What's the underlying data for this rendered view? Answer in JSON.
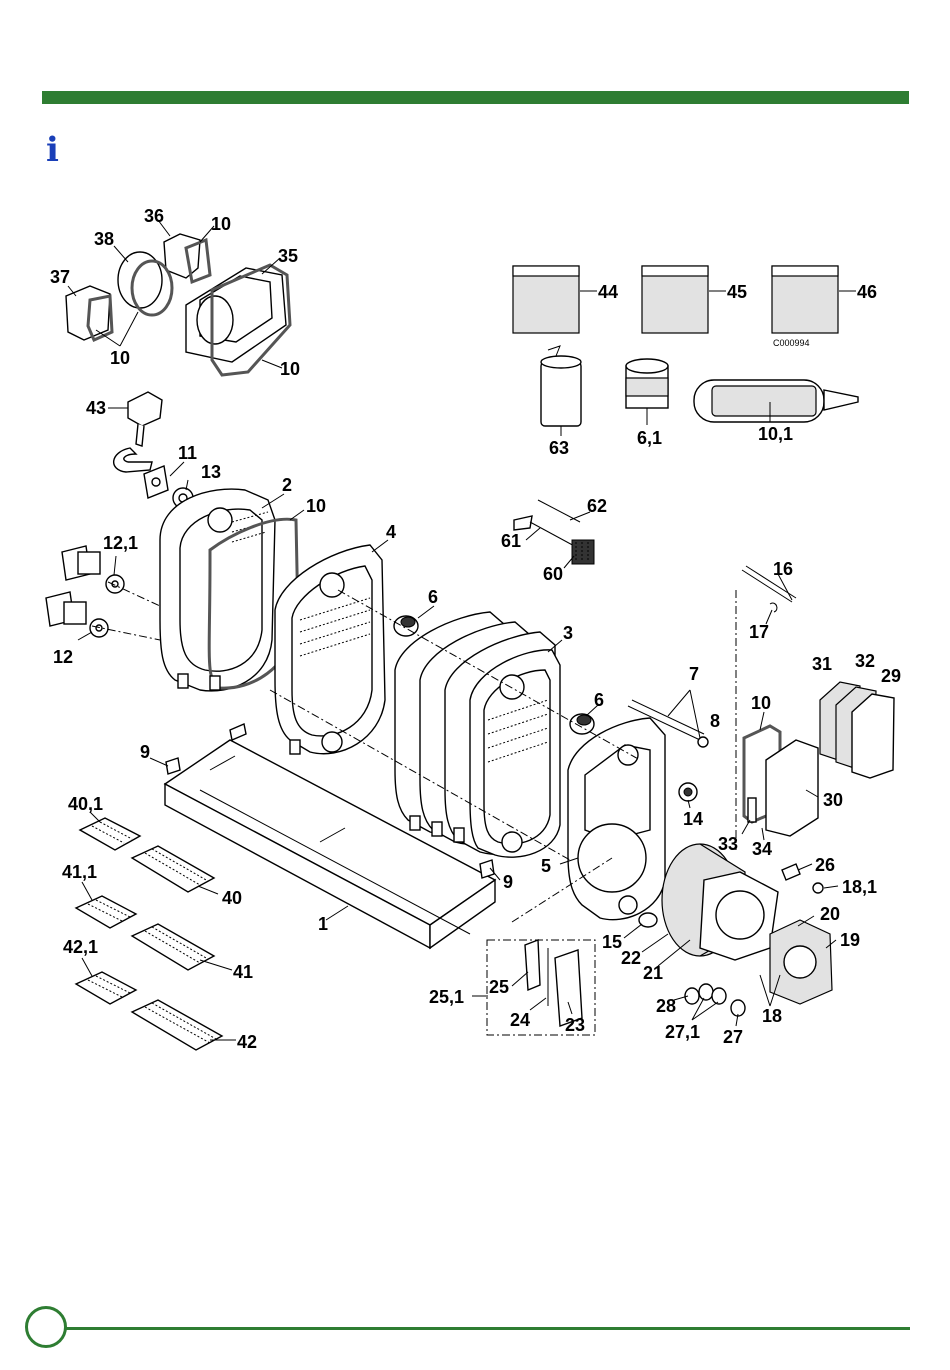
{
  "header": {
    "info_icon": "i"
  },
  "diagram": {
    "image_code": "C000994",
    "labels": {
      "l36": "36",
      "l10a": "10",
      "l38": "38",
      "l35": "35",
      "l37": "37",
      "l10b": "10",
      "l10c": "10",
      "l44": "44",
      "l45": "45",
      "l46": "46",
      "l63": "63",
      "l61c": "6,1",
      "l101": "10,1",
      "l43": "43",
      "l11": "11",
      "l13": "13",
      "l2": "2",
      "l10d": "10",
      "l121": "12,1",
      "l12": "12",
      "l4": "4",
      "l6a": "6",
      "l3": "3",
      "l62": "62",
      "l61": "61",
      "l60": "60",
      "l16": "16",
      "l17": "17",
      "l31": "31",
      "l32": "32",
      "l29": "29",
      "l7": "7",
      "l8": "8",
      "l6b": "6",
      "l10e": "10",
      "l14": "14",
      "l30": "30",
      "l33": "33",
      "l34": "34",
      "l26": "26",
      "l181": "18,1",
      "l20": "20",
      "l19": "19",
      "l9a": "9",
      "l9b": "9",
      "l401": "40,1",
      "l40": "40",
      "l411": "41,1",
      "l41": "41",
      "l421": "42,1",
      "l42": "42",
      "l1": "1",
      "l5": "5",
      "l15": "15",
      "l22": "22",
      "l21": "21",
      "l251": "25,1",
      "l25": "25",
      "l24": "24",
      "l23": "23",
      "l28": "28",
      "l271": "27,1",
      "l27": "27",
      "l18": "18"
    }
  },
  "colors": {
    "accent": "#2e7d32",
    "info": "#1a3fb8"
  }
}
